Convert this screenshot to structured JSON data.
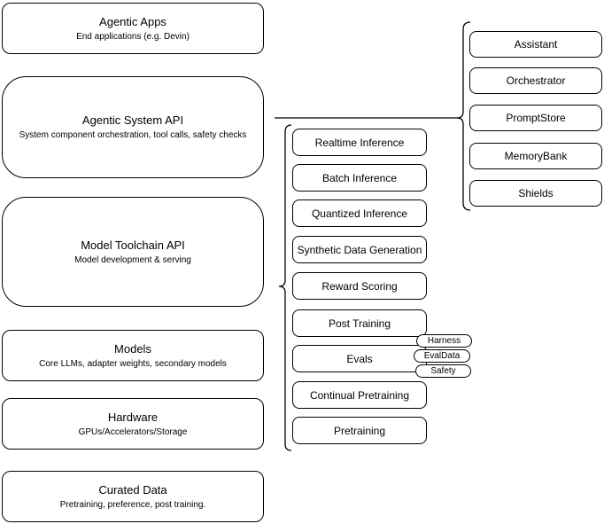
{
  "stack_layers": [
    {
      "title": "Agentic Apps",
      "subtitle": "End applications (e.g. Devin)"
    },
    {
      "title": "Agentic System API",
      "subtitle": "System component orchestration, tool calls, safety checks"
    },
    {
      "title": "Model Toolchain API",
      "subtitle": "Model development & serving"
    },
    {
      "title": "Models",
      "subtitle": "Core LLMs, adapter weights, secondary models"
    },
    {
      "title": "Hardware",
      "subtitle": "GPUs/Accelerators/Storage"
    },
    {
      "title": "Curated Data",
      "subtitle": "Pretraining, preference, post training."
    }
  ],
  "toolchain_capabilities": [
    "Realtime Inference",
    "Batch Inference",
    "Quantized Inference",
    "Synthetic Data Generation",
    "Reward Scoring",
    "Post Training",
    "Evals",
    "Continual Pretraining",
    "Pretraining"
  ],
  "evals_tags": [
    "Harness",
    "EvalData",
    "Safety"
  ],
  "system_components": [
    "Assistant",
    "Orchestrator",
    "PromptStore",
    "MemoryBank",
    "Shields"
  ],
  "colors": {
    "stroke": "#000000",
    "box_fill": "#ffffff",
    "background": "#ffffff",
    "text": "#000000"
  }
}
